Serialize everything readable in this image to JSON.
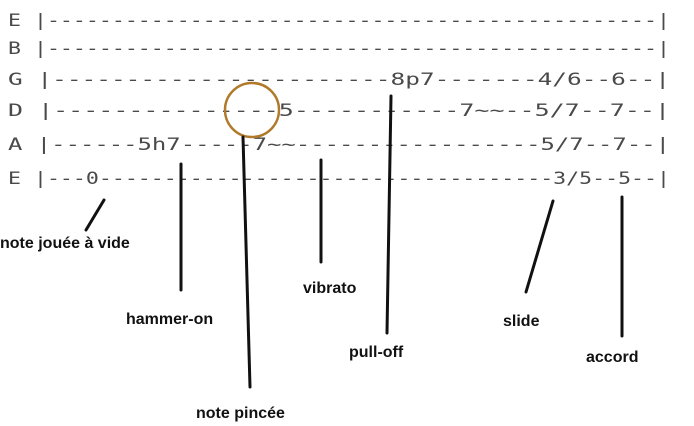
{
  "tab_lines": [
    {
      "string": "E",
      "line": "E  |-----------------------------------------------|"
    },
    {
      "string": "B",
      "line": "B  |-----------------------------------------------|"
    },
    {
      "string": "G",
      "line": "G  |-----------------------8p7-------4/6--6--|"
    },
    {
      "string": "D",
      "line": "D  |---------------5-----------7~~--5/7--7--|"
    },
    {
      "string": "A",
      "line": "A  |------5h7-----7~~-----------------5/7--7--|"
    },
    {
      "string": "E",
      "line": "E  |---0-----------------------------------3/5--5--|"
    }
  ],
  "annotations": {
    "open_note": "note jouée à vide",
    "hammer_on": "hammer-on",
    "vibrato": "vibrato",
    "pinched_note": "note pincée",
    "pull_off": "pull-off",
    "slide": "slide",
    "chord": "accord"
  },
  "colors": {
    "tab_text": "#4a4a4a",
    "pointer": "#111111",
    "highlight_ring": "#b07a2a"
  }
}
